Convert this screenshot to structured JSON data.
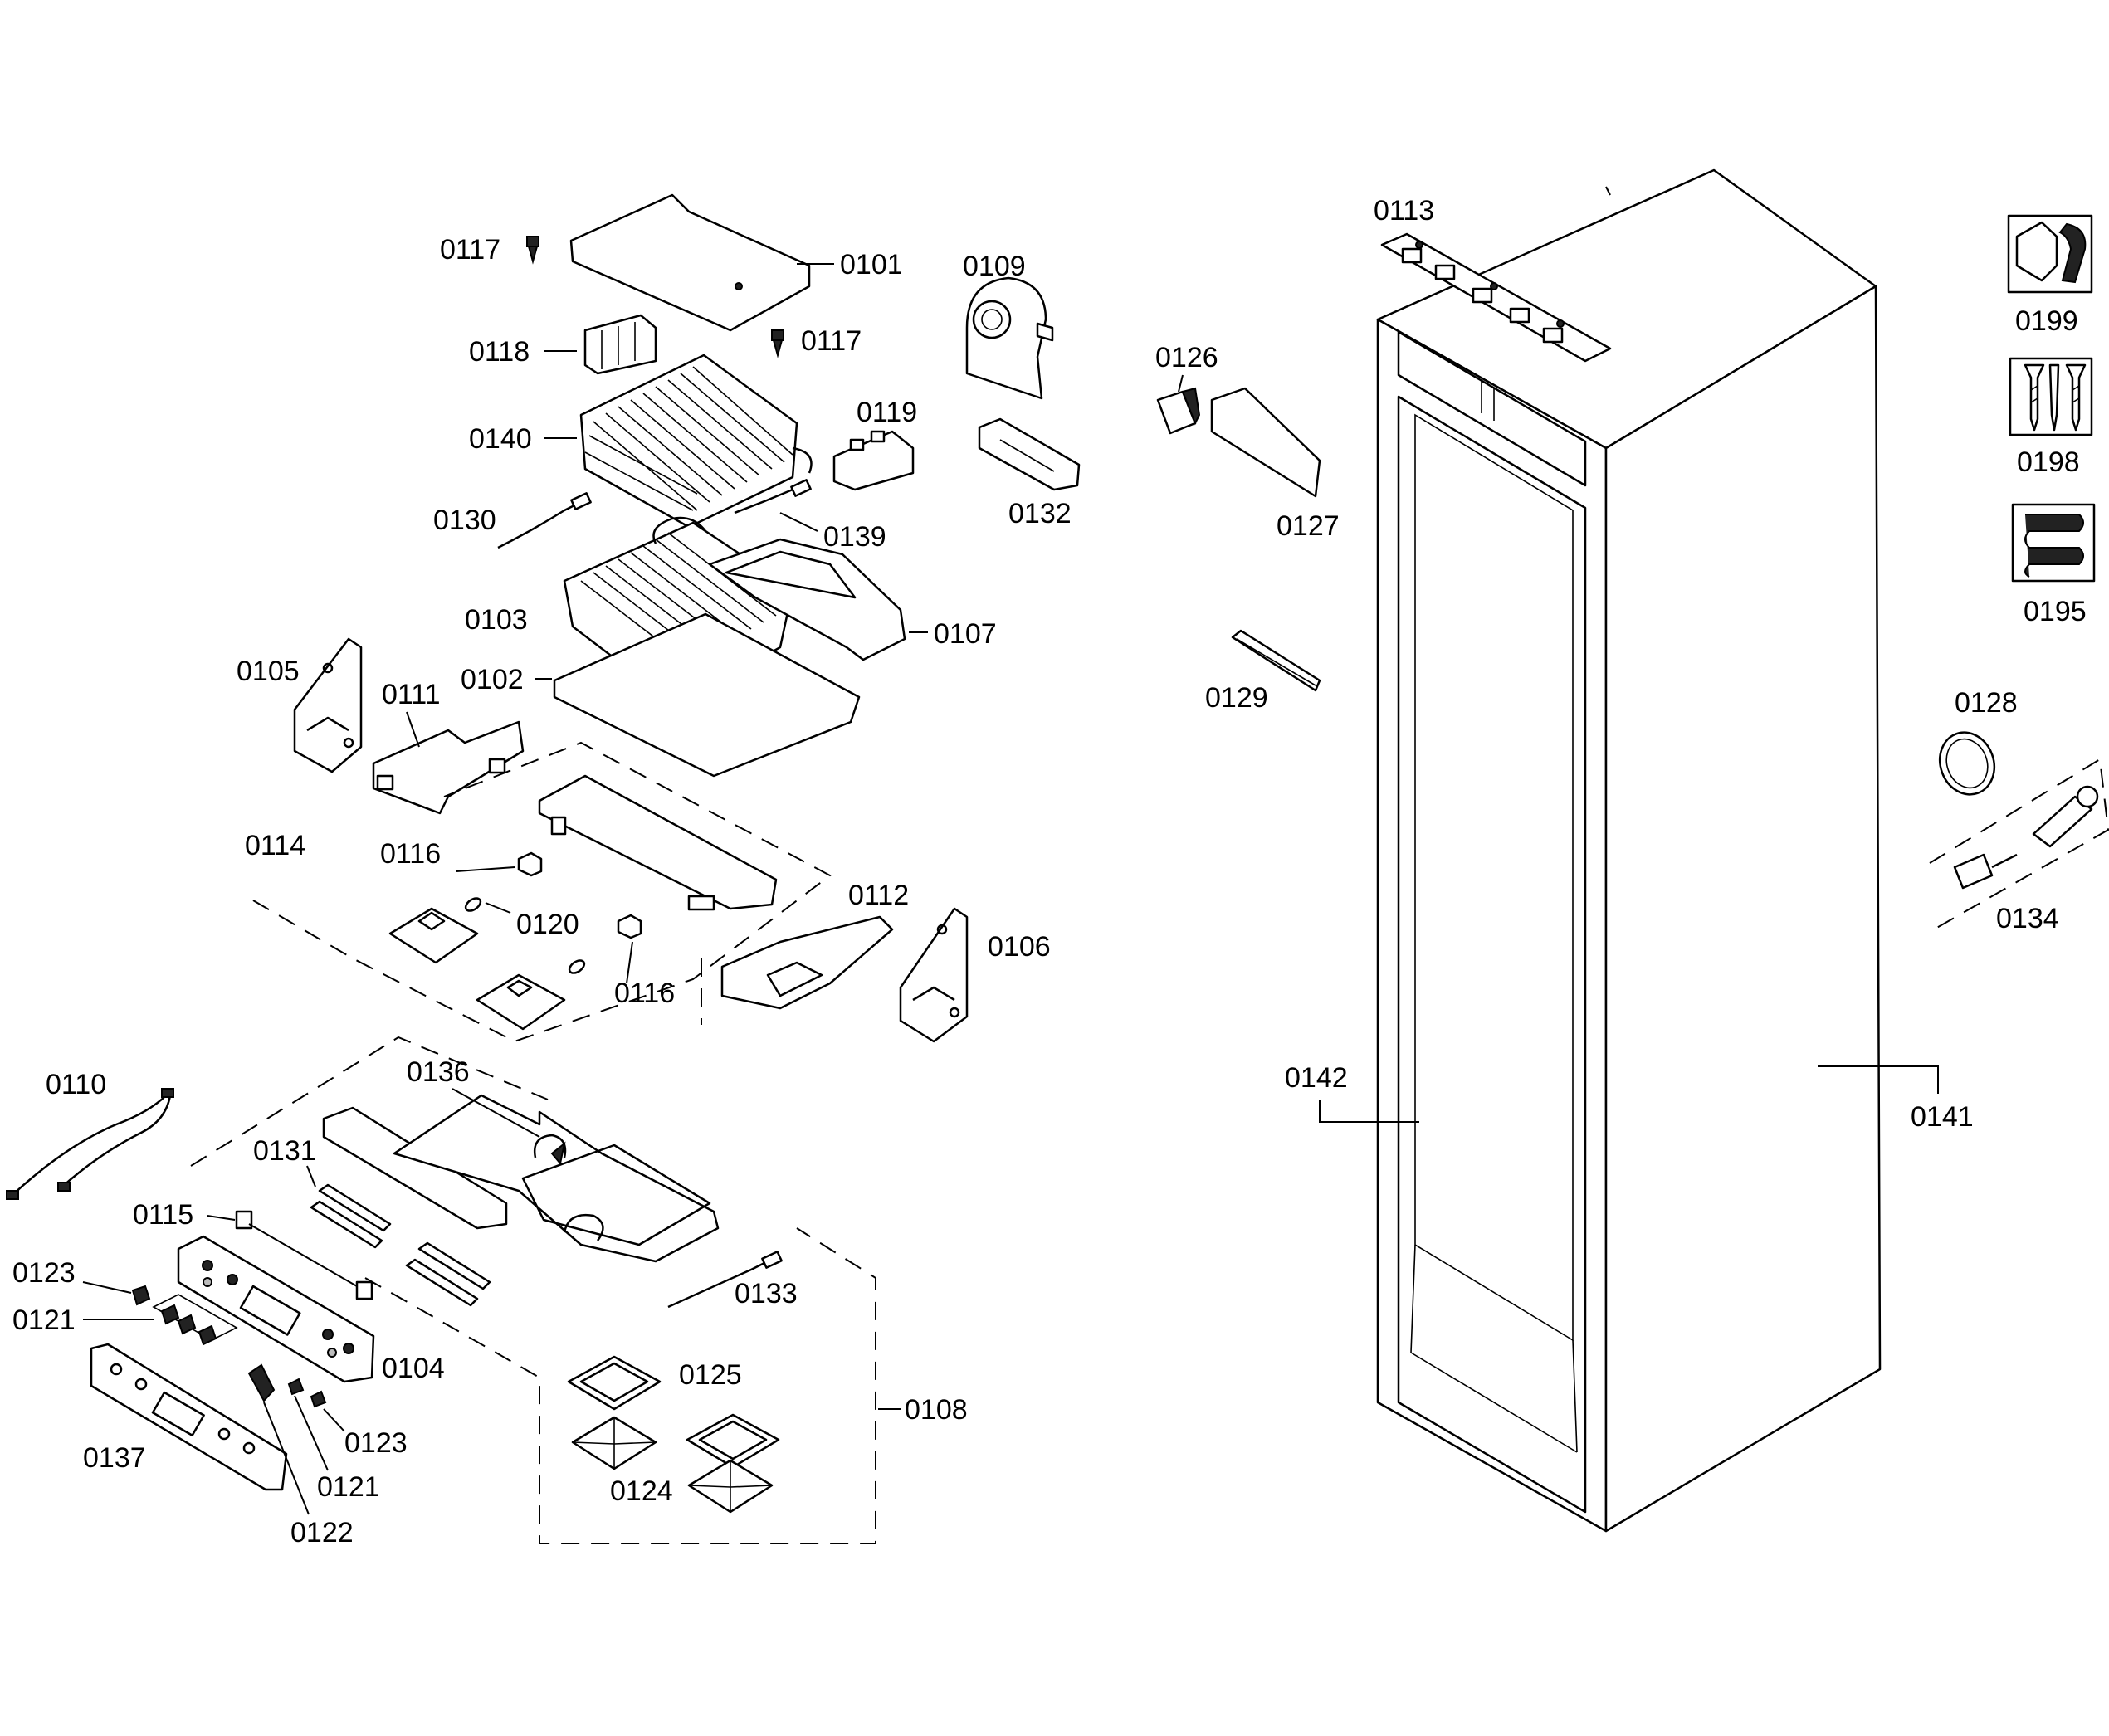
{
  "labels": {
    "p0101": "0101",
    "p0102": "0102",
    "p0103": "0103",
    "p0104": "0104",
    "p0105": "0105",
    "p0106": "0106",
    "p0107": "0107",
    "p0108": "0108",
    "p0109": "0109",
    "p0110": "0110",
    "p0111": "0111",
    "p0112": "0112",
    "p0113": "0113",
    "p0114": "0114",
    "p0115": "0115",
    "p0116a": "0116",
    "p0116b": "0116",
    "p0117a": "0117",
    "p0117b": "0117",
    "p0118": "0118",
    "p0119": "0119",
    "p0120": "0120",
    "p0121a": "0121",
    "p0121b": "0121",
    "p0122": "0122",
    "p0123a": "0123",
    "p0123b": "0123",
    "p0124": "0124",
    "p0125": "0125",
    "p0126": "0126",
    "p0127": "0127",
    "p0128": "0128",
    "p0129": "0129",
    "p0130": "0130",
    "p0131": "0131",
    "p0132": "0132",
    "p0133": "0133",
    "p0134": "0134",
    "p0136": "0136",
    "p0137": "0137",
    "p0139": "0139",
    "p0140": "0140",
    "p0141": "0141",
    "p0142": "0142",
    "p0195": "0195",
    "p0198": "0198",
    "p0199": "0199"
  },
  "icons": {
    "p0199": "nut-wrench-icon",
    "p0198": "screws-icon",
    "p0195": "coil-icon"
  }
}
